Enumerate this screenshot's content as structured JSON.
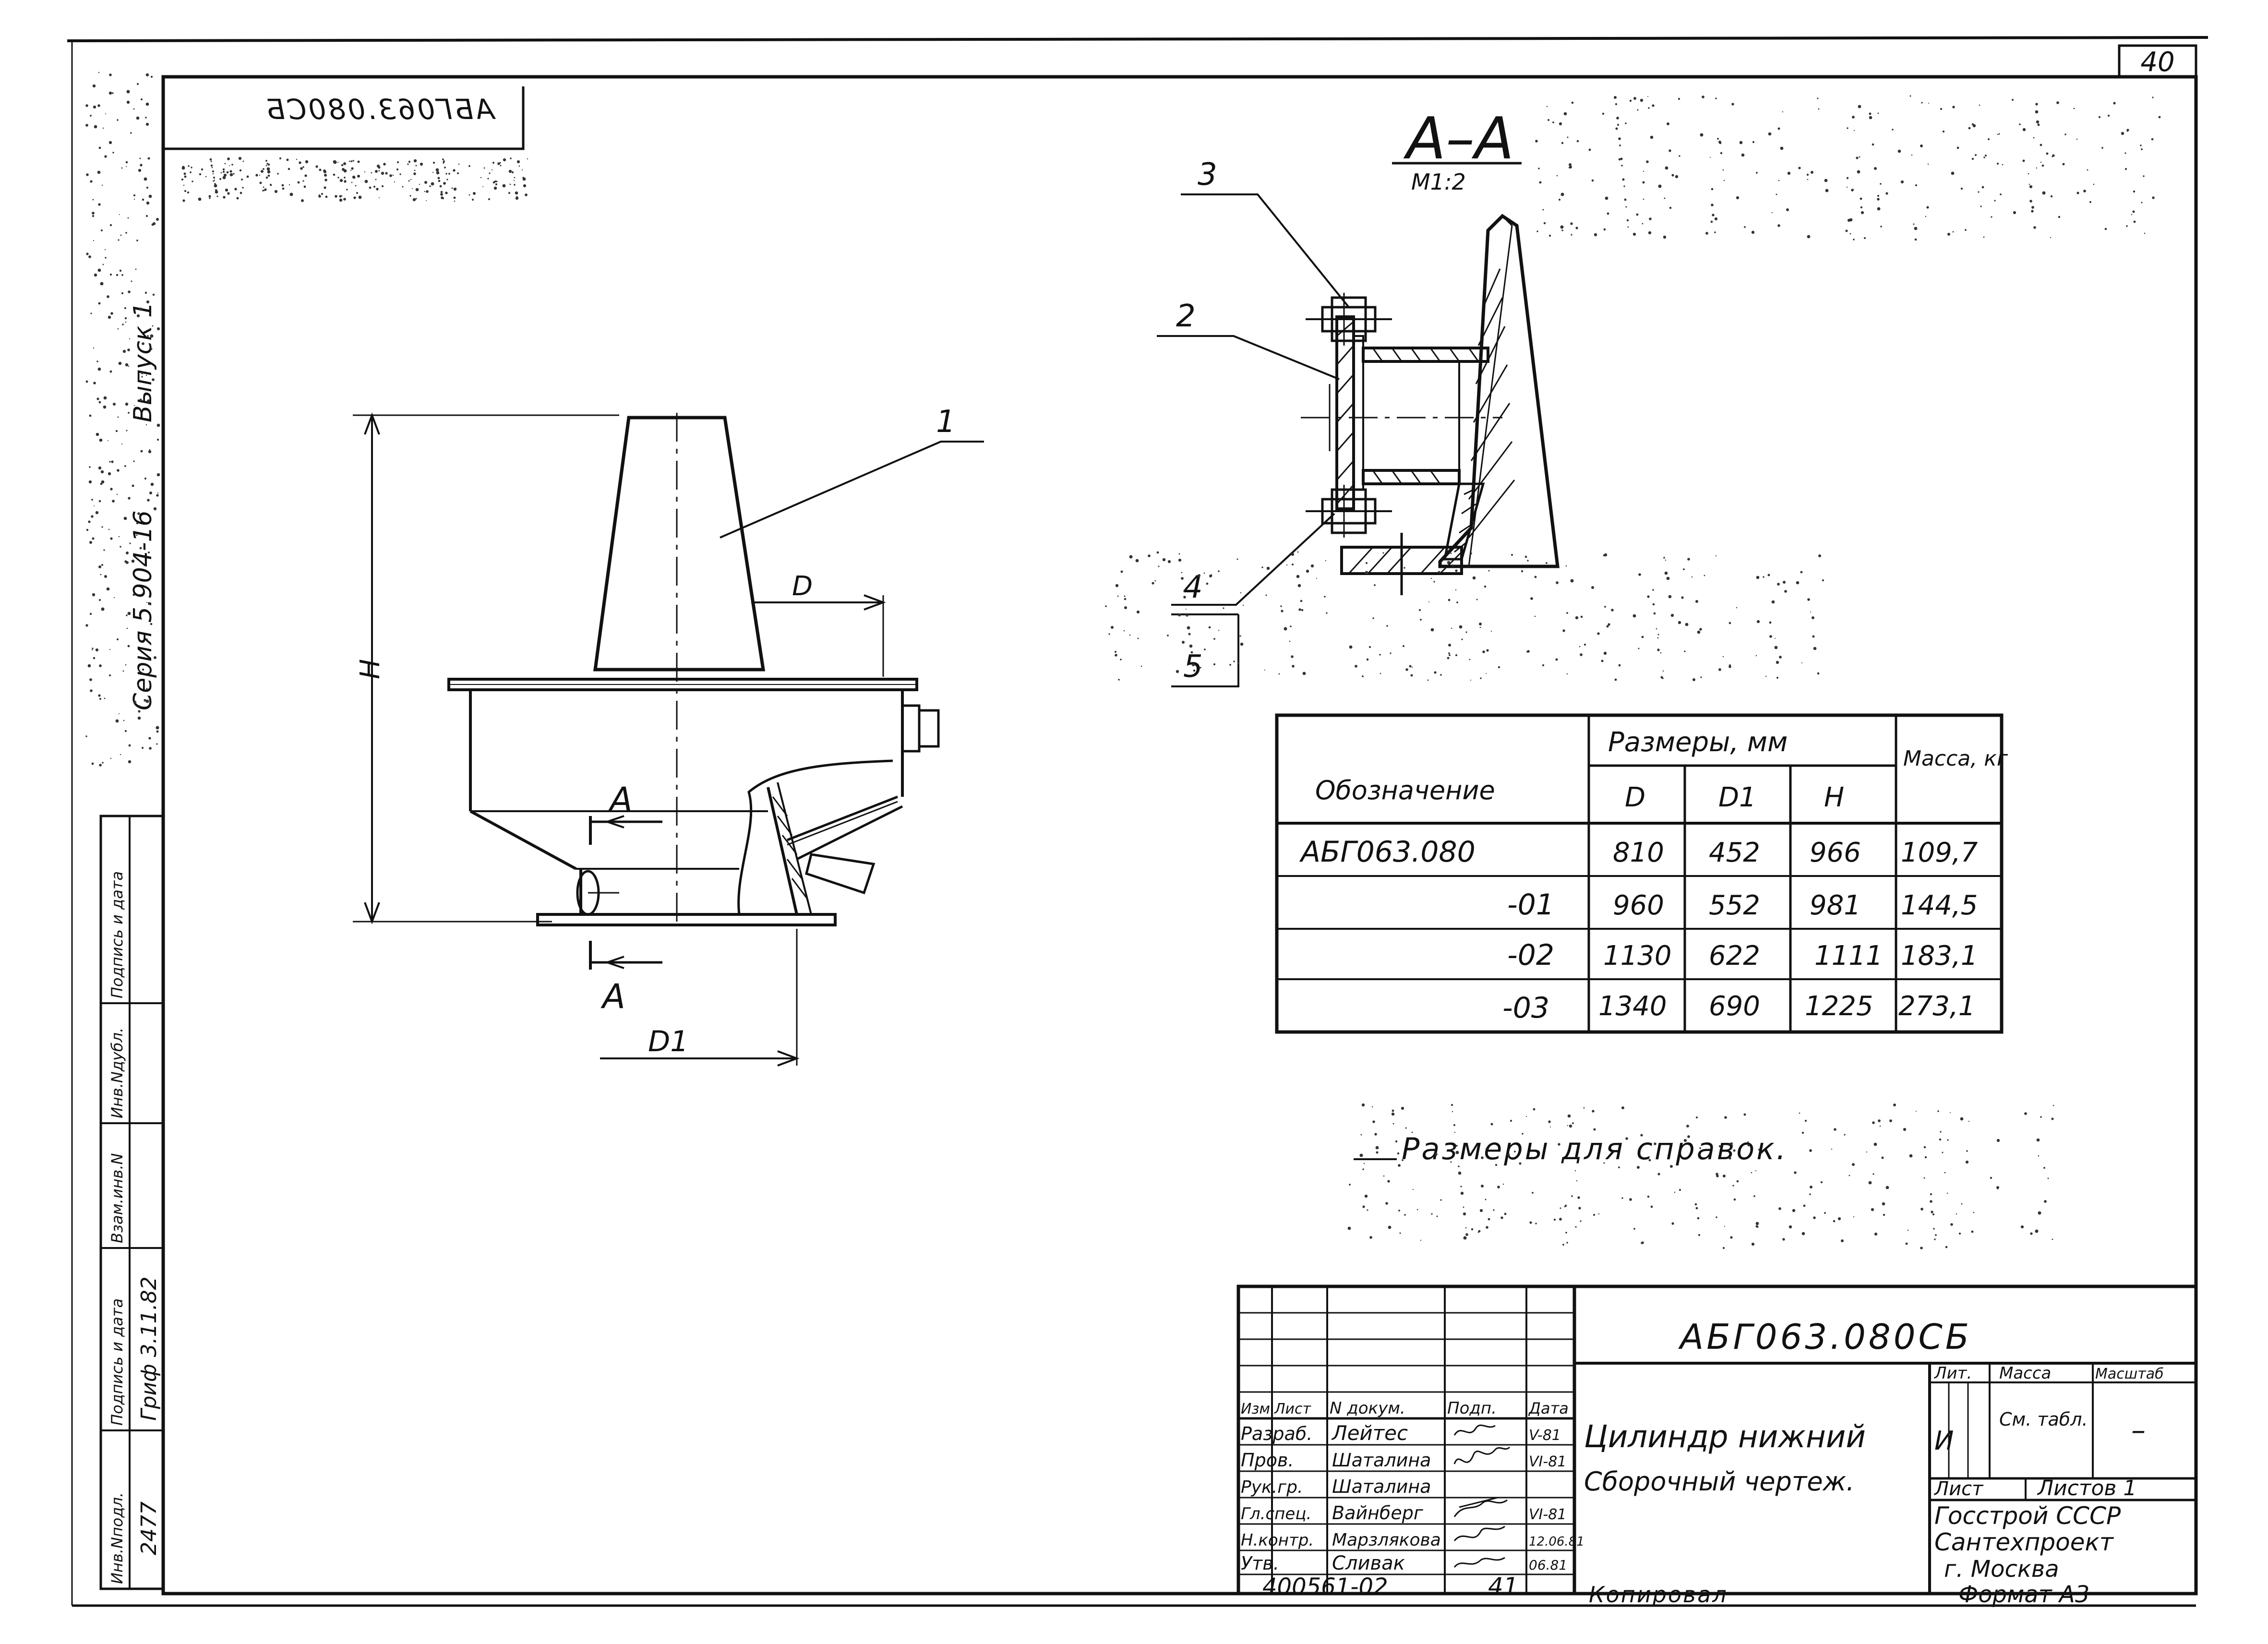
{
  "sheet": {
    "page_number": "40",
    "doc_code_top_mirrored": "АБГ063.080СБ"
  },
  "side_margin": {
    "series": "Серия 5.904-16",
    "issue": "Выпуск 1"
  },
  "left_stamp": {
    "headers": [
      "Инв.Nподл.",
      "Подпись и дата",
      "Взам.инв.N",
      "Инв.Nдубл.",
      "Подпись и дата"
    ],
    "values": [
      "2477",
      "Гриф 3.11.82",
      "",
      "",
      ""
    ]
  },
  "section": {
    "title": "А–А",
    "scale": "М1:2",
    "callouts": [
      "3",
      "2",
      "4",
      "5"
    ]
  },
  "main_view": {
    "part_callout": "1",
    "dim_H": "H",
    "dim_D": "D",
    "dim_D1": "D1",
    "cut_label_top": "А",
    "cut_label_bottom": "А"
  },
  "size_table": {
    "col_designation": "Обозначение",
    "col_sizes_group": "Размеры, мм",
    "col_D": "D",
    "col_D1": "D1",
    "col_H": "H",
    "col_mass": "Масса, кг",
    "rows": [
      {
        "designation": "АБГ063.080",
        "D": "810",
        "D1": "452",
        "H": "966",
        "mass": "109,7"
      },
      {
        "designation": "-01",
        "D": "960",
        "D1": "552",
        "H": "981",
        "mass": "144,5"
      },
      {
        "designation": "-02",
        "D": "1130",
        "D1": "622",
        "H": "1111",
        "mass": "183,1"
      },
      {
        "designation": "-03",
        "D": "1340",
        "D1": "690",
        "H": "1225",
        "mass": "273,1"
      }
    ]
  },
  "note": "Размеры для справок.",
  "title_block": {
    "doc_code": "АБГ063.080СБ",
    "name_line1": "Цилиндр нижний",
    "name_line2": "Сборочный чертеж.",
    "rev_headers": [
      "Изм",
      "Лист",
      "N докум.",
      "Подп.",
      "Дата"
    ],
    "people": [
      {
        "role": "Разраб.",
        "name": "Лейтес",
        "sign": "",
        "date": "V-81"
      },
      {
        "role": "Пров.",
        "name": "Шаталина",
        "sign": "",
        "date": "VI-81"
      },
      {
        "role": "Рук.гр.",
        "name": "Шаталина",
        "sign": "",
        "date": ""
      },
      {
        "role": "Гл.спец.",
        "name": "Вайнберг",
        "sign": "",
        "date": "VI-81"
      },
      {
        "role": "Н.контр.",
        "name": "Марзлякова",
        "sign": "",
        "date": "12.06.81"
      },
      {
        "role": "Утв.",
        "name": "Сливак",
        "sign": "",
        "date": "06.81"
      }
    ],
    "lit_label": "Лит.",
    "mass_label": "Масса",
    "scale_label": "Масштаб",
    "lit_value": "И",
    "mass_value": "См. табл.",
    "scale_value": "–",
    "sheet_label": "Лист",
    "sheets_label": "Листов 1",
    "org_line1": "Госстрой СССР",
    "org_line2": "Сантехпроект",
    "org_line3": "г. Москва"
  },
  "footer": {
    "archive_no": "400561-02",
    "page_sub": "41",
    "copied": "Копировал",
    "format": "Формат А3"
  }
}
